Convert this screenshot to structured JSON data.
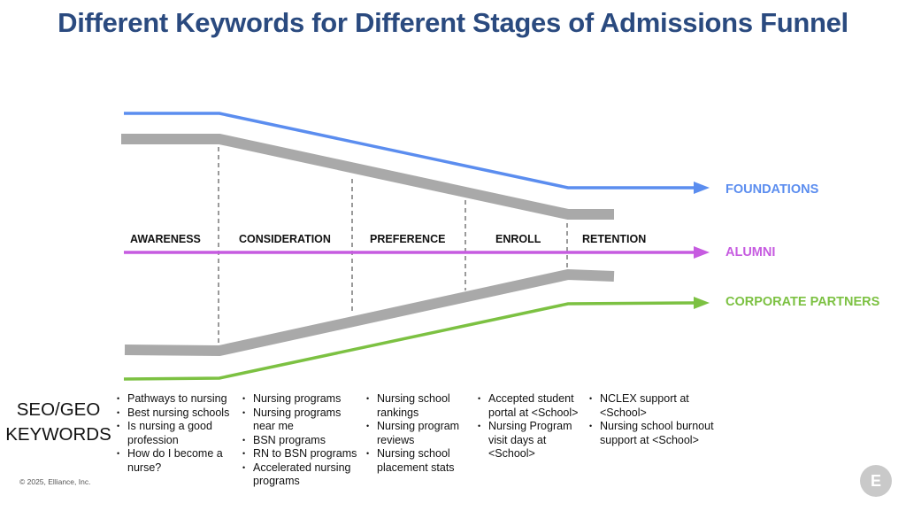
{
  "title": "Different Keywords for Different Stages of Admissions Funnel",
  "stages": [
    "AWARENESS",
    "CONSIDERATION",
    "PREFERENCE",
    "ENROLL",
    "RETENTION"
  ],
  "segments": [
    {
      "name": "FOUNDATIONS",
      "color": "#5b8def"
    },
    {
      "name": "ALUMNI",
      "color": "#c65be0"
    },
    {
      "name": "CORPORATE PARTNERS",
      "color": "#7cc142"
    }
  ],
  "funnel_color": "#a9a9a9",
  "title_color": "#2a4a7f",
  "seo_label": [
    "SEO/GEO",
    "KEYWORDS"
  ],
  "keywords": [
    [
      "Pathways to nursing",
      "Best nursing schools",
      "Is nursing a good profession",
      "How do I become a nurse?"
    ],
    [
      "Nursing programs",
      "Nursing programs near me",
      "BSN programs",
      "RN to BSN programs",
      "Accelerated nursing programs"
    ],
    [
      "Nursing school rankings",
      "Nursing program reviews",
      "Nursing school placement stats"
    ],
    [
      "Accepted student portal at <School>",
      "Nursing Program visit days at <School>"
    ],
    [
      "NCLEX support at <School>",
      "Nursing school burnout support at <School>"
    ]
  ],
  "copyright": "© 2025, Elliance, Inc.",
  "logo_letter": "E"
}
